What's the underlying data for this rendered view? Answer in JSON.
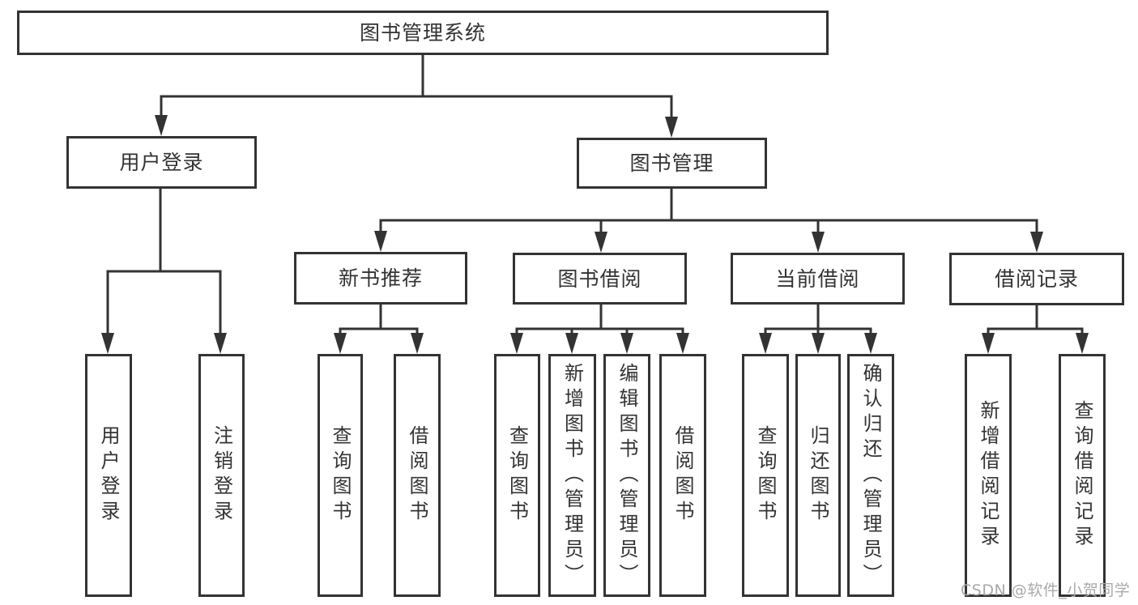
{
  "colors": {
    "background": "#ffffff",
    "line": "#333333",
    "node_border": "#333333",
    "node_text": "#333333",
    "watermark": "#a9a9a9"
  },
  "diagram": {
    "root": {
      "label": "图书管理系统"
    },
    "level1": {
      "user_login": {
        "label": "用户登录"
      },
      "book_mgmt": {
        "label": "图书管理"
      }
    },
    "level2": {
      "new_book_rec": {
        "label": "新书推荐"
      },
      "book_borrow": {
        "label": "图书借阅"
      },
      "current_borrow": {
        "label": "当前借阅"
      },
      "borrow_records": {
        "label": "借阅记录"
      }
    },
    "leaves": {
      "login": {
        "label": "用户登录"
      },
      "logout": {
        "label": "注销登录"
      },
      "rec_query_books": {
        "label": "查询图书"
      },
      "rec_borrow_books": {
        "label": "借阅图书"
      },
      "bor_query_books": {
        "label": "查询图书"
      },
      "bor_add_books": {
        "label": "新增图书（管理员）"
      },
      "bor_edit_books": {
        "label": "编辑图书（管理员）"
      },
      "bor_borrow_books": {
        "label": "借阅图书"
      },
      "cur_query_books": {
        "label": "查询图书"
      },
      "cur_return_books": {
        "label": "归还图书"
      },
      "cur_confirm_return": {
        "label": "确认归还（管理员）"
      },
      "records_add_record": {
        "label": "新增借阅记录"
      },
      "records_query_record": {
        "label": "查询借阅记录"
      }
    }
  },
  "watermark": {
    "label": "CSDN @软件_小贺同学"
  }
}
